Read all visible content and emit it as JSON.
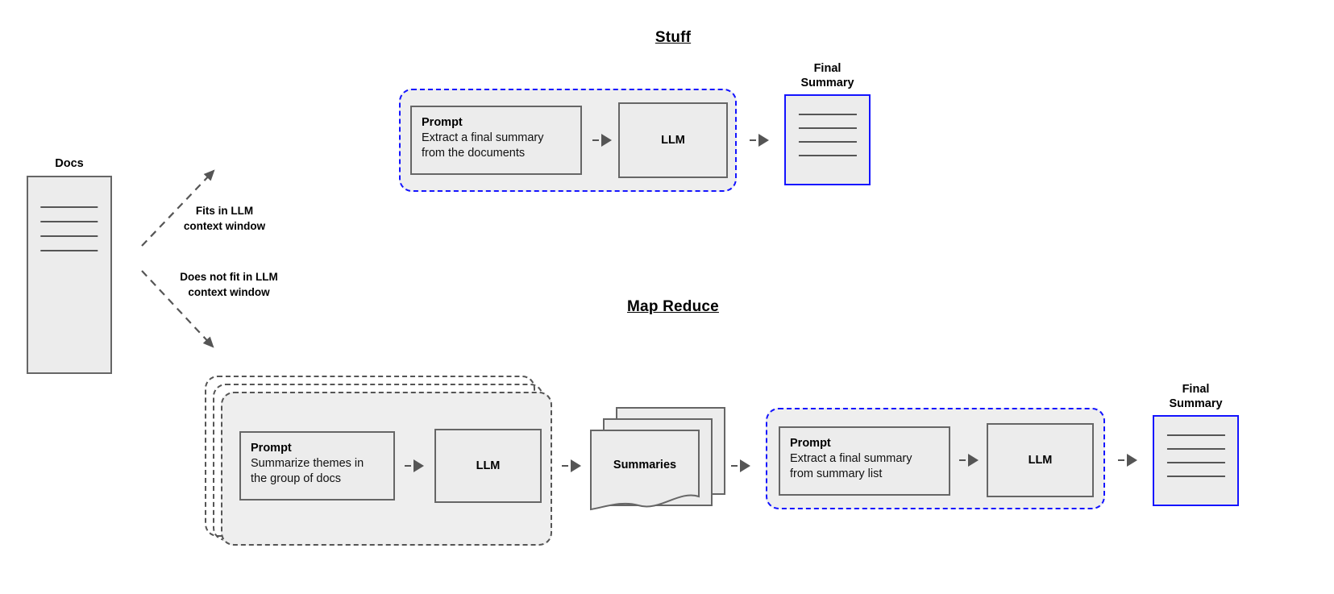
{
  "diagram": {
    "source": {
      "caption": "Docs",
      "line_count": 4
    },
    "branches": [
      {
        "label_line1": "Fits in LLM",
        "label_line2": "context window",
        "direction": "up"
      },
      {
        "label_line1": "Does not fit in LLM",
        "label_line2": "context window",
        "direction": "down"
      }
    ],
    "sections": [
      {
        "title": "Stuff",
        "group": {
          "prompt": {
            "title": "Prompt",
            "body_line1": "Extract a final summary",
            "body_line2": "from the documents"
          },
          "llm": {
            "label": "LLM"
          }
        },
        "output": {
          "caption_line1": "Final",
          "caption_line2": "Summary",
          "line_count": 4
        }
      },
      {
        "title": "Map Reduce",
        "map_group": {
          "stacked_copies": 3,
          "prompt": {
            "title": "Prompt",
            "body_line1": "Summarize themes in",
            "body_line2": "the group of docs"
          },
          "llm": {
            "label": "LLM"
          }
        },
        "intermediate": {
          "label": "Summaries",
          "stacked_copies": 3
        },
        "reduce_group": {
          "prompt": {
            "title": "Prompt",
            "body_line1": "Extract a final summary",
            "body_line2": "from summary list"
          },
          "llm": {
            "label": "LLM"
          }
        },
        "output": {
          "caption_line1": "Final",
          "caption_line2": "Summary",
          "line_count": 4
        }
      }
    ],
    "colors": {
      "group_border_blue": "#1414ff",
      "group_fill": "#eeeeee",
      "shape_border_grey": "#666666",
      "shape_fill": "#ececec",
      "arrow_grey": "#555555",
      "text": "#000000"
    }
  }
}
